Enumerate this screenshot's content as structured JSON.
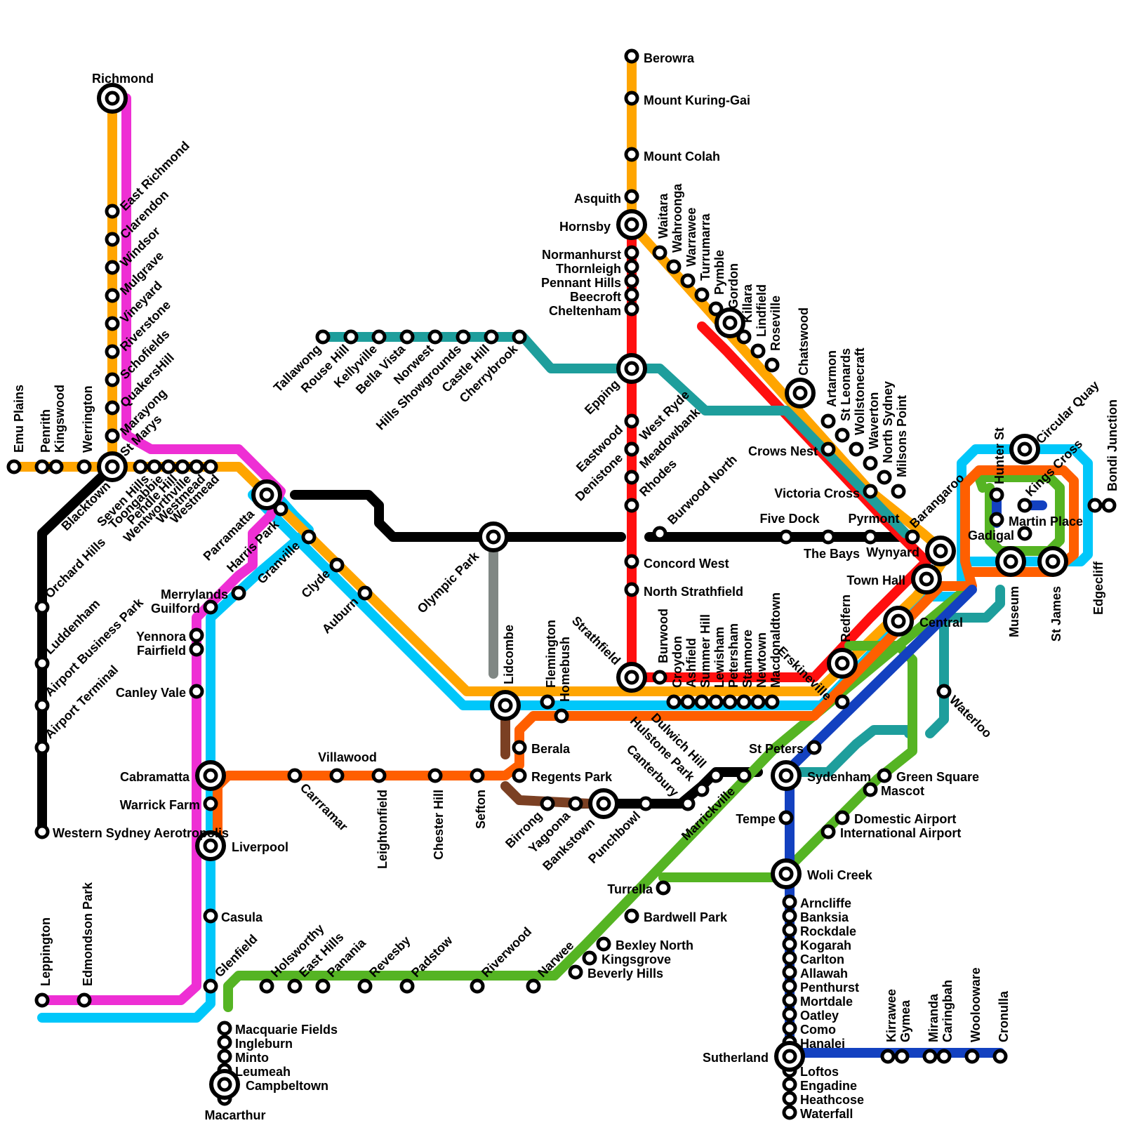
{
  "lines": {
    "orange": "#FFA500",
    "magenta": "#EE2FD4",
    "black": "#000000",
    "cyan": "#00C7FA",
    "red": "#FF0F0F",
    "teal": "#1E9E9C",
    "green": "#55B423",
    "dkorange": "#FF5F00",
    "brown": "#7B4023",
    "grey": "#808784",
    "blue": "#1341C0"
  },
  "stations": {
    "richmond": "Richmond",
    "east_richmond": "East Richmond",
    "clarendon": "Clarendon",
    "windsor": "Windsor",
    "mulgrave": "Mulgrave",
    "vineyard": "Vineyard",
    "riverstone": "Riverstone",
    "schofields": "Schofields",
    "quakers_hill": "QuakersHill",
    "marayong": "Marayong",
    "st_marys": "St Marys",
    "emu_plains": "Emu Plains",
    "penrith": "Penrith",
    "kingswood": "Kingswood",
    "werrington": "Werrington",
    "blacktown": "Blacktown",
    "seven_hills": "Seven Hills",
    "toongabbie": "Toongabbie",
    "pendle_hill": "Pendle Hill",
    "wentworthville": "Wentworthville",
    "westmead": "Westmead",
    "parramatta": "Parramatta",
    "harris_park": "Harris Park",
    "granville": "Granville",
    "clyde": "Clyde",
    "auburn": "Auburn",
    "merrylands": "Merrylands",
    "guilford": "Guilford",
    "yennora": "Yennora",
    "fairfield": "Fairfield",
    "canley_vale": "Canley Vale",
    "cabramatta": "Cabramatta",
    "warrick_farm": "Warrick Farm",
    "wsa": "Western Sydney Aerotropolis",
    "liverpool": "Liverpool",
    "casula": "Casula",
    "glenfield": "Glenfield",
    "macquarie_fields": "Macquarie Fields",
    "ingleburn": "Ingleburn",
    "minto": "Minto",
    "leumeah": "Leumeah",
    "campbeltown": "Campbeltown",
    "macarthur": "Macarthur",
    "leppington": "Leppington",
    "edmondson_park": "Edmondson Park",
    "orchard_hills": "Orchard Hills",
    "luddenham": "Luddenham",
    "airport_business_park": "Airport Business Park",
    "airport_terminal": "Airport Terminal",
    "tallawong": "Tallawong",
    "rouse_hill": "Rouse Hill",
    "kellyville": "Kellyville",
    "bella_vista": "Bella Vista",
    "norwest": "Norwest",
    "hills_showgrounds": "Hills Showgrounds",
    "castle_hill": "Castle Hill",
    "cherrybrook": "Cherrybrook",
    "berowra": "Berowra",
    "mount_kuring_gai": "Mount Kuring-Gai",
    "mount_colah": "Mount Colah",
    "asquith": "Asquith",
    "hornsby": "Hornsby",
    "normanhurst": "Normanhurst",
    "thornleigh": "Thornleigh",
    "pennant_hills": "Pennant Hills",
    "beecroft": "Beecroft",
    "cheltenham": "Cheltenham",
    "epping": "Epping",
    "eastwood": "Eastwood",
    "denistone": "Denistone",
    "west_ryde": "West Ryde",
    "meadowbank": "Meadowbank",
    "rhodes": "Rhodes",
    "burwood_north": "Burwood North",
    "concord_west": "Concord West",
    "north_strathfield": "North Strathfield",
    "strathfield": "Strathfield",
    "waitara": "Waitara",
    "wahroonga": "Wahroonga",
    "warrawee": "Warrawee",
    "turramurra": "Turrumarra",
    "pymble": "Pymble",
    "gordon": "Gordon",
    "killara": "Killara",
    "lindfield": "Lindfield",
    "roseville": "Roseville",
    "chatswood": "Chatswood",
    "artarmon": "Artarmon",
    "st_leonards": "St Leonards",
    "wollstonecraft": "Wollstonecraft",
    "waverton": "Waverton",
    "north_sydney": "North Sydney",
    "milsons_point": "Milsons Point",
    "crows_nest": "Crows Nest",
    "victoria_cross": "Victoria Cross",
    "barangaroo": "Barangaroo",
    "olympic_park": "Olympic Park",
    "lidcombe": "Lidcombe",
    "flemington": "Flemington",
    "homebush": "Homebush",
    "five_dock": "Five Dock",
    "the_bays": "The Bays",
    "pyrmont": "Pyrmont",
    "wynyard": "Wynyard",
    "town_hall": "Town Hall",
    "central": "Central",
    "hunter_st": "Hunter St",
    "circular_quay": "Circular Quay",
    "kings_cross": "Kings Cross",
    "martin_place": "Martin Place",
    "gadigal": "Gadigal",
    "museum": "Museum",
    "st_james": "St James",
    "edgecliff": "Edgecliff",
    "bondi_junction": "Bondi Junction",
    "burwood": "Burwood",
    "croydon": "Croydon",
    "ashfield": "Ashfield",
    "summer_hill": "Summer Hill",
    "lewisham": "Lewisham",
    "petersham": "Petersham",
    "stanmore": "Stanmore",
    "newtown": "Newtown",
    "macdonaldtown": "Macdonaldtown",
    "erskineville": "Erskineville",
    "redfern": "Redfern",
    "waterloo": "Waterloo",
    "st_peters": "St Peters",
    "sydenham": "Sydenham",
    "green_square": "Green Square",
    "mascot": "Mascot",
    "domestic_airport": "Domestic Airport",
    "international_airport": "International Airport",
    "tempe": "Tempe",
    "woli_creek": "Woli Creek",
    "berala": "Berala",
    "regents_park": "Regents Park",
    "villawood": "Villawood",
    "carrramar": "Carrramar",
    "leightonfield": "Leightonfield",
    "chester_hill": "Chester Hill",
    "sefton": "Sefton",
    "birrong": "Birrong",
    "yagoona": "Yagoona",
    "bankstown": "Bankstown",
    "punchbowl": "Punchbowl",
    "canterbury": "Canterbury",
    "hulstone_park": "Hulstone Park",
    "dulwich_hill": "Dulwich Hill",
    "marrickville": "Marrickville",
    "turrella": "Turrella",
    "bardwell_park": "Bardwell Park",
    "bexley_north": "Bexley North",
    "kingsgrove": "Kingsgrove",
    "beverly_hills": "Beverly Hills",
    "narwee": "Narwee",
    "riverwood": "Riverwood",
    "padstow": "Padstow",
    "revesby": "Revesby",
    "panania": "Panania",
    "east_hills": "East Hills",
    "holsworthy": "Holsworthy",
    "arncliffe": "Arncliffe",
    "banksia": "Banksia",
    "rockdale": "Rockdale",
    "kogarah": "Kogarah",
    "carlton": "Carlton",
    "allawah": "Allawah",
    "penthurst": "Penthurst",
    "mortdale": "Mortdale",
    "oatley": "Oatley",
    "como": "Como",
    "hanalei": "Hanalei",
    "sutherland": "Sutherland",
    "loftos": "Loftos",
    "engadine": "Engadine",
    "heathcose": "Heathcose",
    "waterfall": "Waterfall",
    "kirrawee": "Kirrawee",
    "gymea": "Gymea",
    "miranda": "Miranda",
    "caringbah": "Caringbah",
    "woolooware": "Woolooware",
    "cronulla": "Cronulla"
  }
}
